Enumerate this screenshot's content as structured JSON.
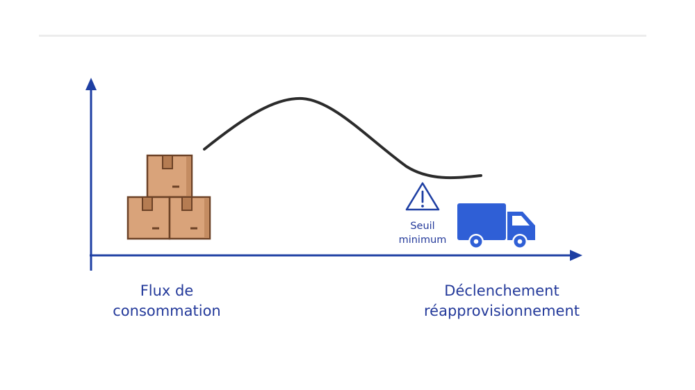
{
  "colors": {
    "axis": "#1e3fa3",
    "curve": "#2b2b2b",
    "truck": "#2f5fd6",
    "box_main": "#d9a37a",
    "box_edge": "#6b4126",
    "text": "#23399a"
  },
  "diagram": {
    "left_label": {
      "line1": "Flux de",
      "line2": "consommation"
    },
    "right_label": {
      "line1": "Déclenchement",
      "line2": "réapprovisionnement"
    },
    "threshold_label": {
      "line1": "Seuil",
      "line2": "minimum"
    }
  },
  "icons": {
    "stock": "stacked-boxes-icon",
    "warning": "warning-triangle-icon",
    "delivery": "delivery-truck-icon"
  }
}
